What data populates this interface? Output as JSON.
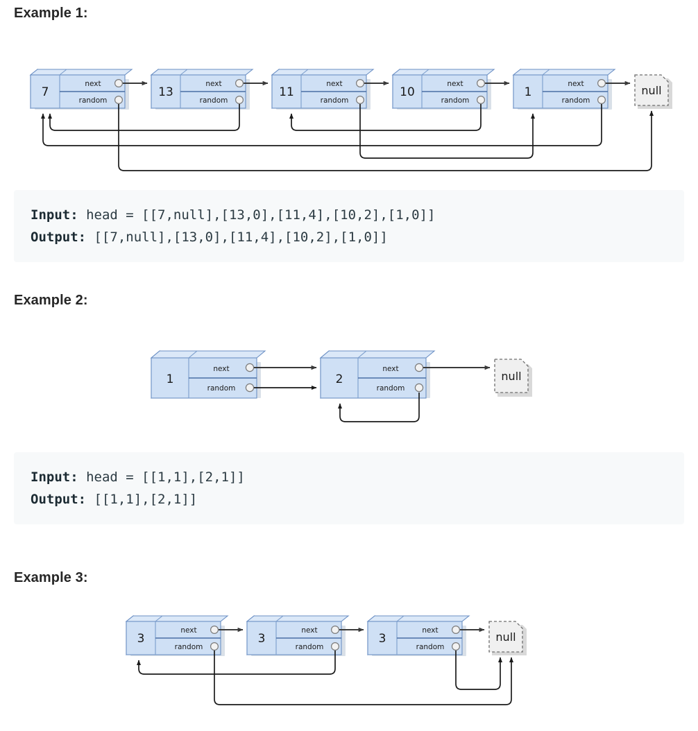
{
  "examples": [
    {
      "heading": "Example 1:",
      "input_label": "Input:",
      "input_value": " head = [[7,null],[13,0],[11,4],[10,2],[1,0]]",
      "output_label": "Output:",
      "output_value": " [[7,null],[13,0],[11,4],[10,2],[1,0]]",
      "null_label": "null",
      "field_next": "next",
      "field_random": "random",
      "nodes": [
        {
          "value": "7",
          "next": "13",
          "random": "null"
        },
        {
          "value": "13",
          "next": "11",
          "random": "7"
        },
        {
          "value": "11",
          "next": "10",
          "random": "1"
        },
        {
          "value": "10",
          "next": "1",
          "random": "11"
        },
        {
          "value": "1",
          "next": "null",
          "random": "7"
        }
      ]
    },
    {
      "heading": "Example 2:",
      "input_label": "Input:",
      "input_value": " head = [[1,1],[2,1]]",
      "output_label": "Output:",
      "output_value": " [[1,1],[2,1]]",
      "null_label": "null",
      "field_next": "next",
      "field_random": "random",
      "nodes": [
        {
          "value": "1",
          "next": "2",
          "random": "2"
        },
        {
          "value": "2",
          "next": "null",
          "random": "2"
        }
      ]
    },
    {
      "heading": "Example 3:",
      "null_label": "null",
      "field_next": "next",
      "field_random": "random",
      "nodes": [
        {
          "value": "3",
          "next": "3",
          "random": "null"
        },
        {
          "value": "3",
          "next": "3",
          "random": "3"
        },
        {
          "value": "3",
          "next": "null",
          "random": "null"
        }
      ]
    }
  ],
  "colors": {
    "node_fill": "#cfe0f5",
    "node_top": "#dbe8f8",
    "node_border": "#6b8fc4",
    "code_bg": "#f7f9fa",
    "text": "#262626",
    "arrow": "#3a3a3a"
  }
}
